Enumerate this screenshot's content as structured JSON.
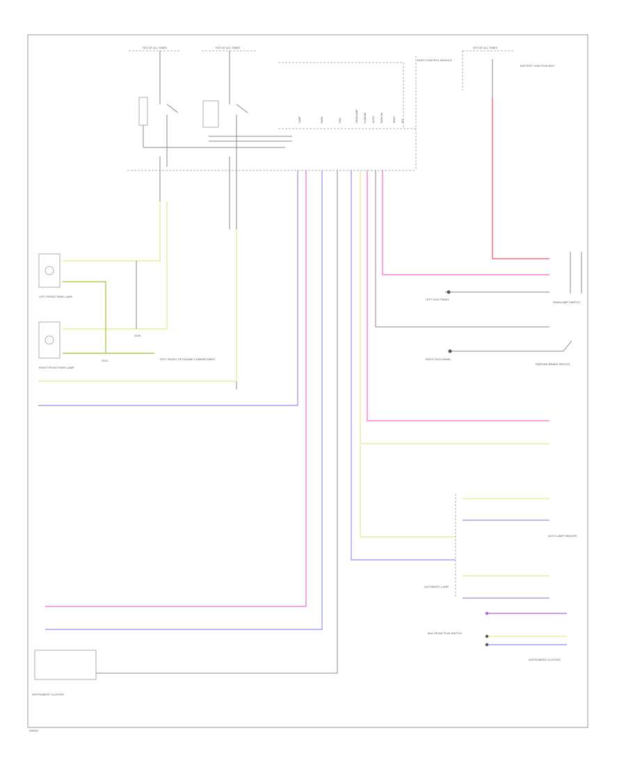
{
  "colors": {
    "yellow": "#e6e68c",
    "green": "#9ac43a",
    "pink": "#ff66cc",
    "blue": "#8f8ff5",
    "violet": "#b06bd0",
    "red_pink": "#ff4d6a",
    "gray": "#8a8a8a",
    "frame": "#999999"
  },
  "labels": {
    "hot_at_all_times_1": "HOT AT ALL TIMES",
    "hot_at_all_times_2": "HOT AT ALL TIMES",
    "hot_at_all_times_3": "HOT AT ALL TIMES",
    "body_control_module": "BODY CONTROL MODULE",
    "battery_junction_box": "BATTERY JUNCTION BOX",
    "left_front_park_lamp": "LEFT FRONT PARK LAMP",
    "right_front_park_lamp": "RIGHT FRONT PARK LAMP",
    "headlamp_switch": "HEADLAMP SWITCH",
    "parking_brake_switch": "PARKING BRAKE SWITCH",
    "auto_lamp_sensor": "AUTO LAMP SENSOR",
    "automatic_lamp": "AUTOMATIC LAMP",
    "multifunction_switch": "MULTIFUNCTION SWITCH",
    "instrument_cluster": "INSTRUMENT CLUSTER",
    "ground_lh_front": "LEFT FRONT OF ENGINE COMPARTMENT",
    "ground_left_kick": "LEFT KICK PANEL",
    "ground_right_kick": "RIGHT KICK PANEL",
    "splice_s105": "S105",
    "splice_s114": "S114",
    "page_number": "W0000"
  }
}
